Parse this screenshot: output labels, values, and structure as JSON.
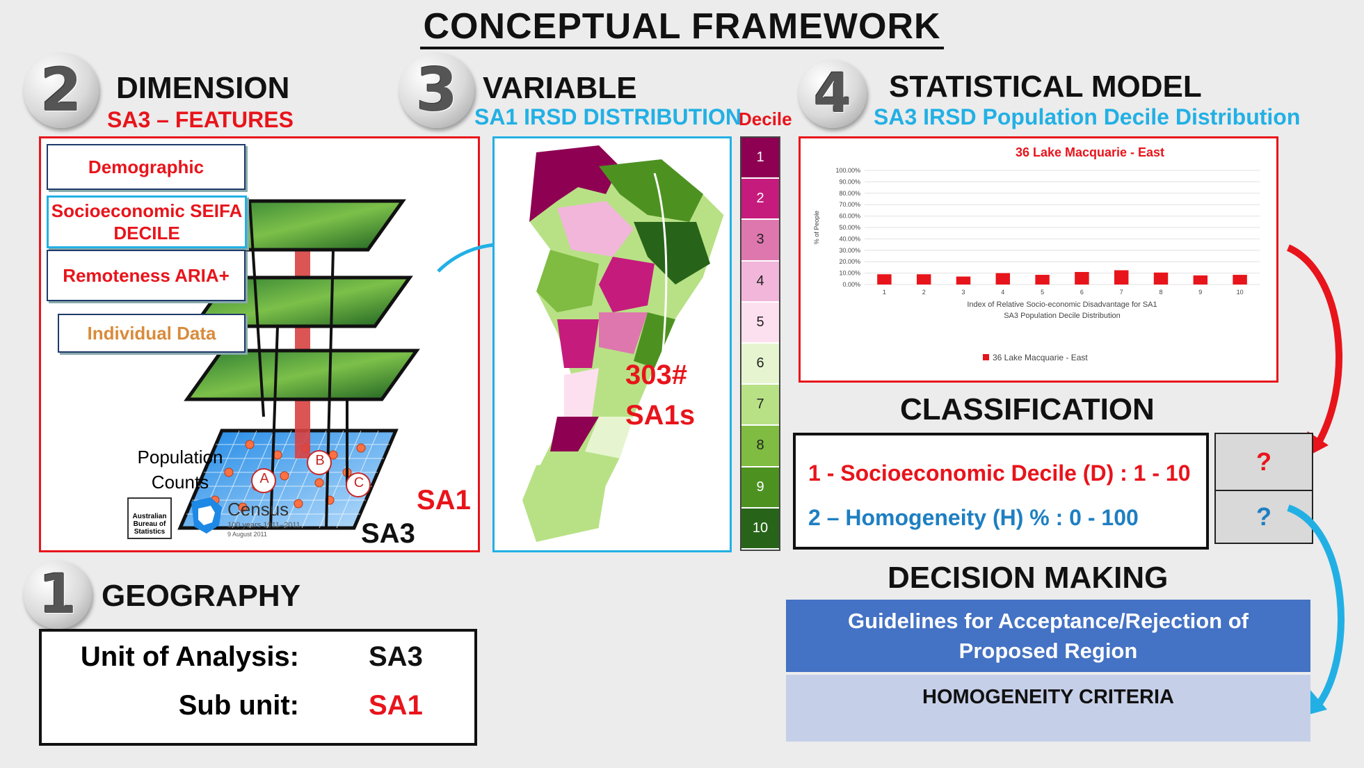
{
  "title": "CONCEPTUAL FRAMEWORK",
  "geography": {
    "number": "1",
    "heading": "GEOGRAPHY",
    "unit_label": "Unit of Analysis:",
    "unit_value": "SA3",
    "sub_label": "Sub unit:",
    "sub_value": "SA1"
  },
  "dimension": {
    "number": "2",
    "heading": "DIMENSION",
    "subheading": "SA3 – FEATURES",
    "callouts": [
      "Demographic",
      "Socioeconomic SEIFA DECILE",
      "Remoteness ARIA+",
      "Individual Data"
    ],
    "population_counts": "Population Counts",
    "markers": [
      "A",
      "B",
      "C"
    ],
    "sa1_label": "SA1",
    "sa3_label": "SA3",
    "abs_logo": "Australian Bureau of Statistics",
    "census_logo": "Census",
    "census_tagline": "100 years 1911–2011",
    "census_date": "9 August 2011"
  },
  "variable": {
    "number": "3",
    "heading": "VARIABLE",
    "subheading": "SA1 IRSD DISTRIBUTION",
    "map_count": "303#",
    "map_unit": "SA1s",
    "decile_header": "Decile",
    "deciles": [
      "1",
      "2",
      "3",
      "4",
      "5",
      "6",
      "7",
      "8",
      "9",
      "10"
    ],
    "decile_colors": [
      "#8e0152",
      "#c51b7d",
      "#de77ae",
      "#f1b6da",
      "#fde0ef",
      "#e6f5d0",
      "#b8e186",
      "#7fbc41",
      "#4d9221",
      "#276419"
    ]
  },
  "statistical_model": {
    "number": "4",
    "heading": "STATISTICAL MODEL",
    "subheading": "SA3 IRSD Population Decile Distribution"
  },
  "chart_data": {
    "type": "bar",
    "title": "36 Lake Macquarie - East",
    "categories": [
      "1",
      "2",
      "3",
      "4",
      "5",
      "6",
      "7",
      "8",
      "9",
      "10"
    ],
    "series": [
      {
        "name": "36 Lake Macquarie - East",
        "values": [
          9,
          9,
          7,
          10,
          8.5,
          11,
          12.5,
          10.5,
          8,
          8.5
        ]
      }
    ],
    "xlabel": "Index of Relative Socio-economic Disadvantage for SA1",
    "xlabel2": "SA3 Population Decile Distribution",
    "ylabel": "% of People",
    "yticks": [
      "0.00%",
      "10.00%",
      "20.00%",
      "30.00%",
      "40.00%",
      "50.00%",
      "60.00%",
      "70.00%",
      "80.00%",
      "90.00%",
      "100.00%"
    ],
    "ylim": [
      0,
      100
    ],
    "bar_color": "#e8141b",
    "legend_position": "bottom"
  },
  "classification": {
    "heading": "CLASSIFICATION",
    "line1": "1 - Socioeconomic Decile (D) :  1 - 10",
    "line2": "2 – Homogeneity (H) % :  0 - 100",
    "q1": "?",
    "q2": "?"
  },
  "decision": {
    "heading": "DECISION MAKING",
    "guidelines": "Guidelines for Acceptance/Rejection of Proposed Region",
    "criteria": "HOMOGENEITY CRITERIA"
  },
  "colors": {
    "red": "#e8141b",
    "blue": "#22b0e4",
    "guide_blue": "#4472c4",
    "criteria_bg": "#c6cfe8"
  }
}
